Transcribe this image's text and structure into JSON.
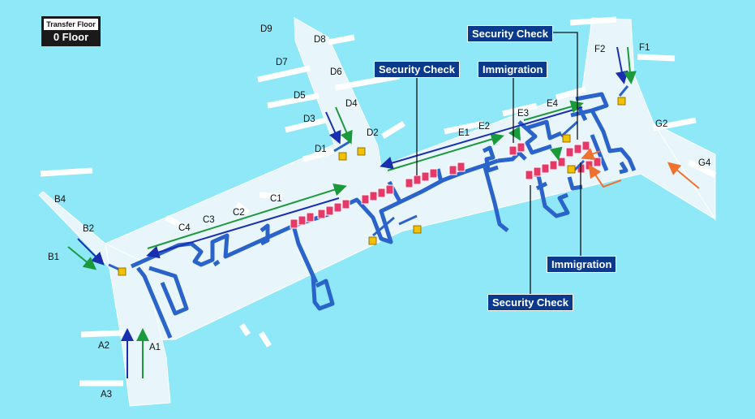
{
  "floor_badge": {
    "title": "Transfer Floor",
    "floor": "0 Floor"
  },
  "callouts": {
    "security_left": "Security Check",
    "immigration_top": "Immigration",
    "security_top_right": "Security Check",
    "immigration_bottom": "Immigration",
    "security_bottom": "Security Check"
  },
  "gates": {
    "A1": "A1",
    "A2": "A2",
    "A3": "A3",
    "B1": "B1",
    "B2": "B2",
    "B4": "B4",
    "C1": "C1",
    "C2": "C2",
    "C3": "C3",
    "C4": "C4",
    "D1": "D1",
    "D2": "D2",
    "D3": "D3",
    "D4": "D4",
    "D5": "D5",
    "D6": "D6",
    "D7": "D7",
    "D8": "D8",
    "D9": "D9",
    "E1": "E1",
    "E2": "E2",
    "E3": "E3",
    "E4": "E4",
    "F1": "F1",
    "F2": "F2",
    "G2": "G2",
    "G4": "G4"
  },
  "colors": {
    "background": "#8ee8f8",
    "floor": "#e8f6fb",
    "wall": "#2a63c9",
    "counter": "#e8386a",
    "callout": "#0b3a8c",
    "arrow_blue": "#1a2fb0",
    "arrow_green": "#1b9a3c",
    "arrow_orange": "#f07030",
    "escalator": "#f2c200"
  }
}
